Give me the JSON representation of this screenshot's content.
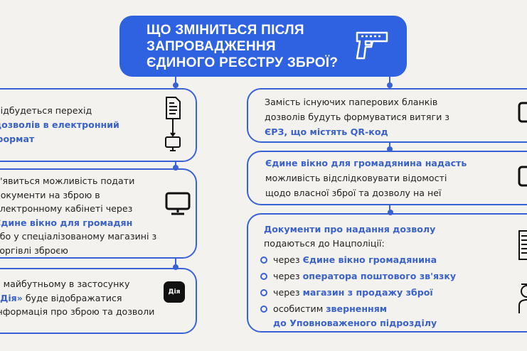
{
  "title": {
    "lines": [
      "ЩО ЗМІНИТЬСЯ ПІСЛЯ",
      "ЗАПРОВАДЖЕННЯ",
      "ЄДИНОГО РЕЄСТРУ ЗБРОЇ?"
    ],
    "icon": "pistol-icon"
  },
  "colors": {
    "accent": "#2f62e0",
    "border": "#3a62d6",
    "highlight": "#3a62c9",
    "background": "#f4f2ee"
  },
  "left_cards": [
    {
      "icon": "document-to-monitor-icon",
      "lines": [
        [
          {
            "t": "Відбудеться перехід",
            "b": false
          }
        ],
        [
          {
            "t": "дозволів в електронний",
            "b": true
          }
        ],
        [
          {
            "t": "формат",
            "b": true
          }
        ]
      ]
    },
    {
      "icon": "monitor-icon",
      "lines": [
        [
          {
            "t": "З'явиться можливість подати",
            "b": false
          }
        ],
        [
          {
            "t": "документи на зброю в",
            "b": false
          }
        ],
        [
          {
            "t": "електронному кабінеті через",
            "b": false
          }
        ],
        [
          {
            "t": "Єдине вікно для громадян",
            "b": true
          }
        ],
        [
          {
            "t": "або у спеціалізованому магазині з",
            "b": false
          }
        ],
        [
          {
            "t": "торгівлі зброєю",
            "b": false
          }
        ]
      ]
    },
    {
      "icon": "diia-app-icon",
      "logo_text": "Дія",
      "lines": [
        [
          {
            "t": "В майбутньому в застосунку",
            "b": false
          }
        ],
        [
          {
            "t": "«Дія»",
            "b": true
          },
          {
            "t": " буде відображатися",
            "b": false
          }
        ],
        [
          {
            "t": "інформація про зброю та дозволи",
            "b": false
          }
        ]
      ]
    }
  ],
  "right_cards": [
    {
      "icon": "tablet-icon",
      "lines": [
        [
          {
            "t": "Замість існуючих паперових бланків",
            "b": false
          }
        ],
        [
          {
            "t": "дозволів будуть формуватися витяги з",
            "b": false
          }
        ],
        [
          {
            "t": "ЄРЗ, що містять QR-код",
            "b": true
          }
        ]
      ]
    },
    {
      "icon": "tablet-icon",
      "lines": [
        [
          {
            "t": "Єдине вікно для громадянина надасть",
            "b": true
          }
        ],
        [
          {
            "t": "можливість відслідковувати відомості",
            "b": false
          }
        ],
        [
          {
            "t": "щодо власної зброї та дозволу на неї",
            "b": false
          }
        ]
      ]
    },
    {
      "icon": "document-and-officer-icon",
      "lines": [
        [
          {
            "t": "Документи про надання дозволу",
            "b": true
          }
        ],
        [
          {
            "t": "подаються до Нацполіції:",
            "b": false
          }
        ]
      ],
      "bullets": [
        [
          {
            "t": "через ",
            "b": false
          },
          {
            "t": "Єдине вікно громадянина",
            "b": true
          }
        ],
        [
          {
            "t": "через ",
            "b": false
          },
          {
            "t": "оператора поштового зв'язку",
            "b": true
          }
        ],
        [
          {
            "t": "через ",
            "b": false
          },
          {
            "t": "магазин з продажу зброї",
            "b": true
          }
        ],
        [
          {
            "t": "особистим ",
            "b": false
          },
          {
            "t": "зверненням",
            "b": true
          }
        ],
        [
          {
            "t": "до Уповноваженого підрозділу",
            "b": true
          }
        ]
      ]
    }
  ]
}
